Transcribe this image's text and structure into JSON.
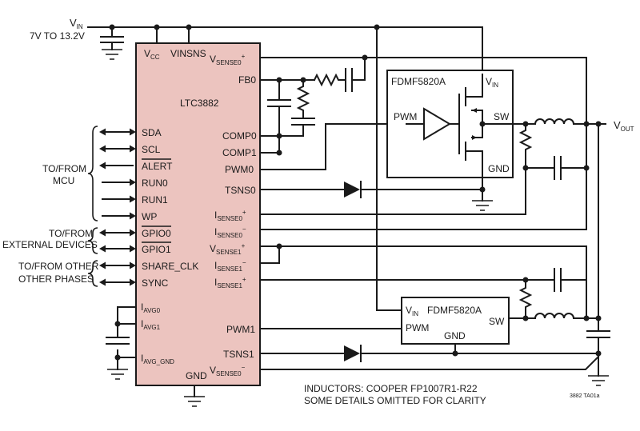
{
  "chip": {
    "name": "LTC3882",
    "fill": "#ecc4bf"
  },
  "left_pins": [
    "SDA",
    "SCL",
    "ALERT",
    "RUN0",
    "RUN1",
    "WP",
    "GPIO0",
    "GPIO1",
    "SHARE_CLK",
    "SYNC"
  ],
  "right_pins": [
    "FB0",
    "COMP0",
    "COMP1",
    "PWM0",
    "TSNS0",
    "PWM1",
    "TSNS1"
  ],
  "power_pins": {
    "vcc": "V",
    "vcc_sub": "CC",
    "vinsns": "VINSNS",
    "gnd": "GND"
  },
  "sense_pins": {
    "v": "V",
    "i": "I",
    "sense0_plus": "SENSE0",
    "sense0_minus": "SENSE0",
    "sense1_plus": "SENSE1",
    "sense1_minus": "SENSE1",
    "plus": "+",
    "minus": "−"
  },
  "iavg": {
    "i": "I",
    "avg0": "AVG0",
    "avg1": "AVG1",
    "avg_gnd": "AVG_GND"
  },
  "vin": {
    "main": "V",
    "sub": "IN",
    "range": "7V TO 13.2V"
  },
  "vout": {
    "main": "V",
    "sub": "OUT"
  },
  "mcu_label": [
    "TO/FROM",
    "MCU"
  ],
  "ext_label": [
    "TO/FROM",
    "EXTERNAL DEVICES"
  ],
  "phase_label": [
    "TO/FROM OTHER",
    "OTHER PHASES"
  ],
  "driver_top": {
    "name": "FDMF5820A",
    "vin": "V",
    "vin_sub": "IN",
    "pwm": "PWM",
    "sw": "SW",
    "gnd": "GND"
  },
  "driver_bottom": {
    "name": "FDMF5820A",
    "vin": "V",
    "vin_sub": "IN",
    "pwm": "PWM",
    "sw": "SW",
    "gnd": "GND"
  },
  "notes": [
    "INDUCTORS: COOPER FP1007R1-R22",
    "SOME DETAILS OMITTED FOR CLARITY"
  ],
  "figure_id": "3882 TA01a"
}
